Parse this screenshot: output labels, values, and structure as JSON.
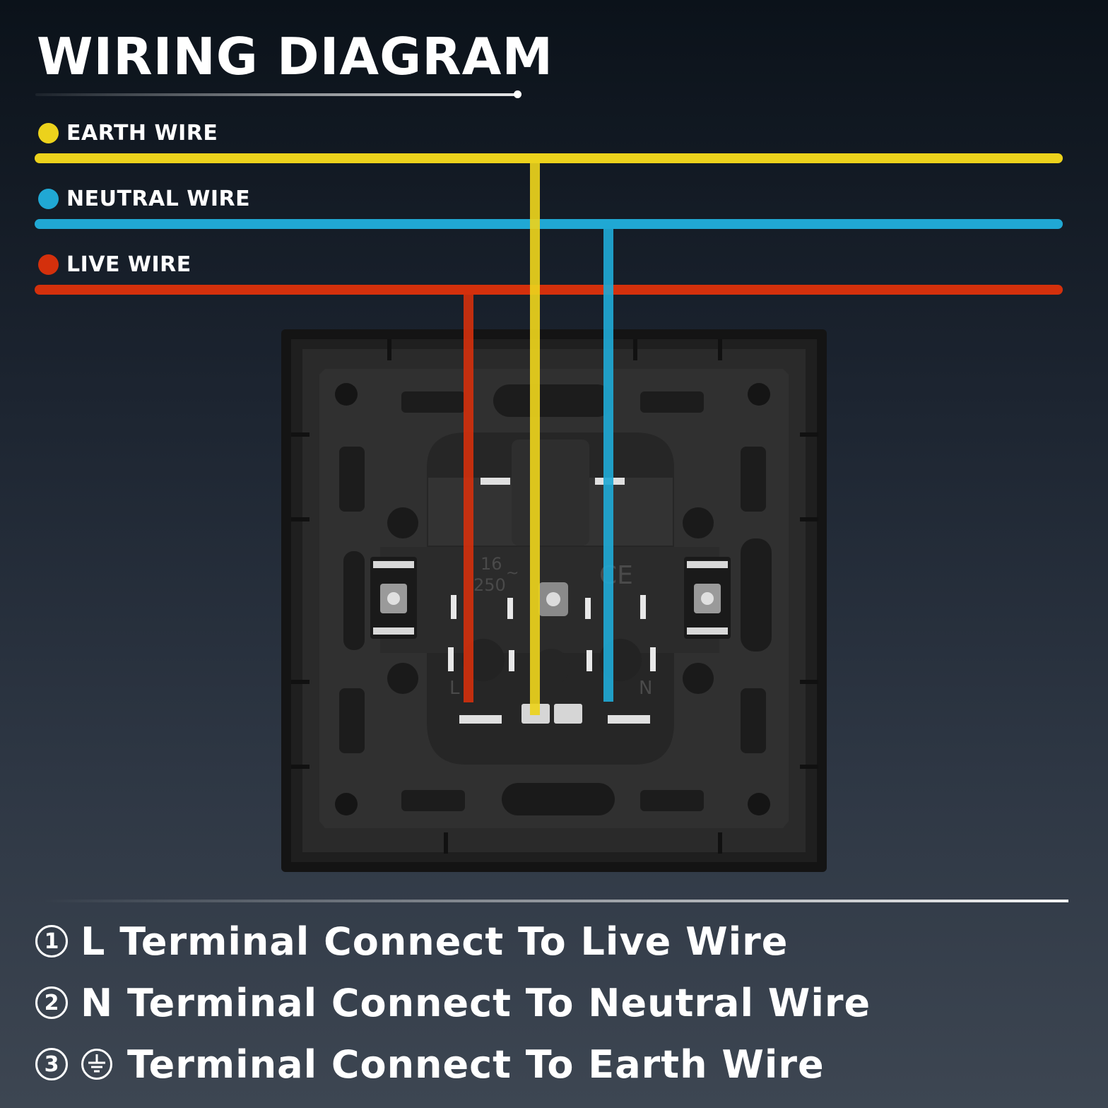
{
  "title": "WIRING DIAGRAM",
  "colors": {
    "earth": "#ecd21c",
    "neutral": "#20a8d4",
    "live": "#d4300c"
  },
  "legend": [
    {
      "label": "EARTH WIRE",
      "color": "#ecd21c"
    },
    {
      "label": "NEUTRAL WIRE",
      "color": "#20a8d4"
    },
    {
      "label": "LIVE WIRE",
      "color": "#d4300c"
    }
  ],
  "socket": {
    "rating_current": "16",
    "rating_voltage": "250",
    "rating_ac": "~",
    "mark": "CE",
    "terminal_live": "L",
    "terminal_neutral": "N"
  },
  "instructions": [
    {
      "number": "1",
      "text": "L Terminal Connect To Live Wire"
    },
    {
      "number": "2",
      "text": "N Terminal Connect To Neutral Wire"
    },
    {
      "number": "3",
      "icon": "earth-ground-icon",
      "text": "Terminal Connect To Earth Wire"
    }
  ]
}
